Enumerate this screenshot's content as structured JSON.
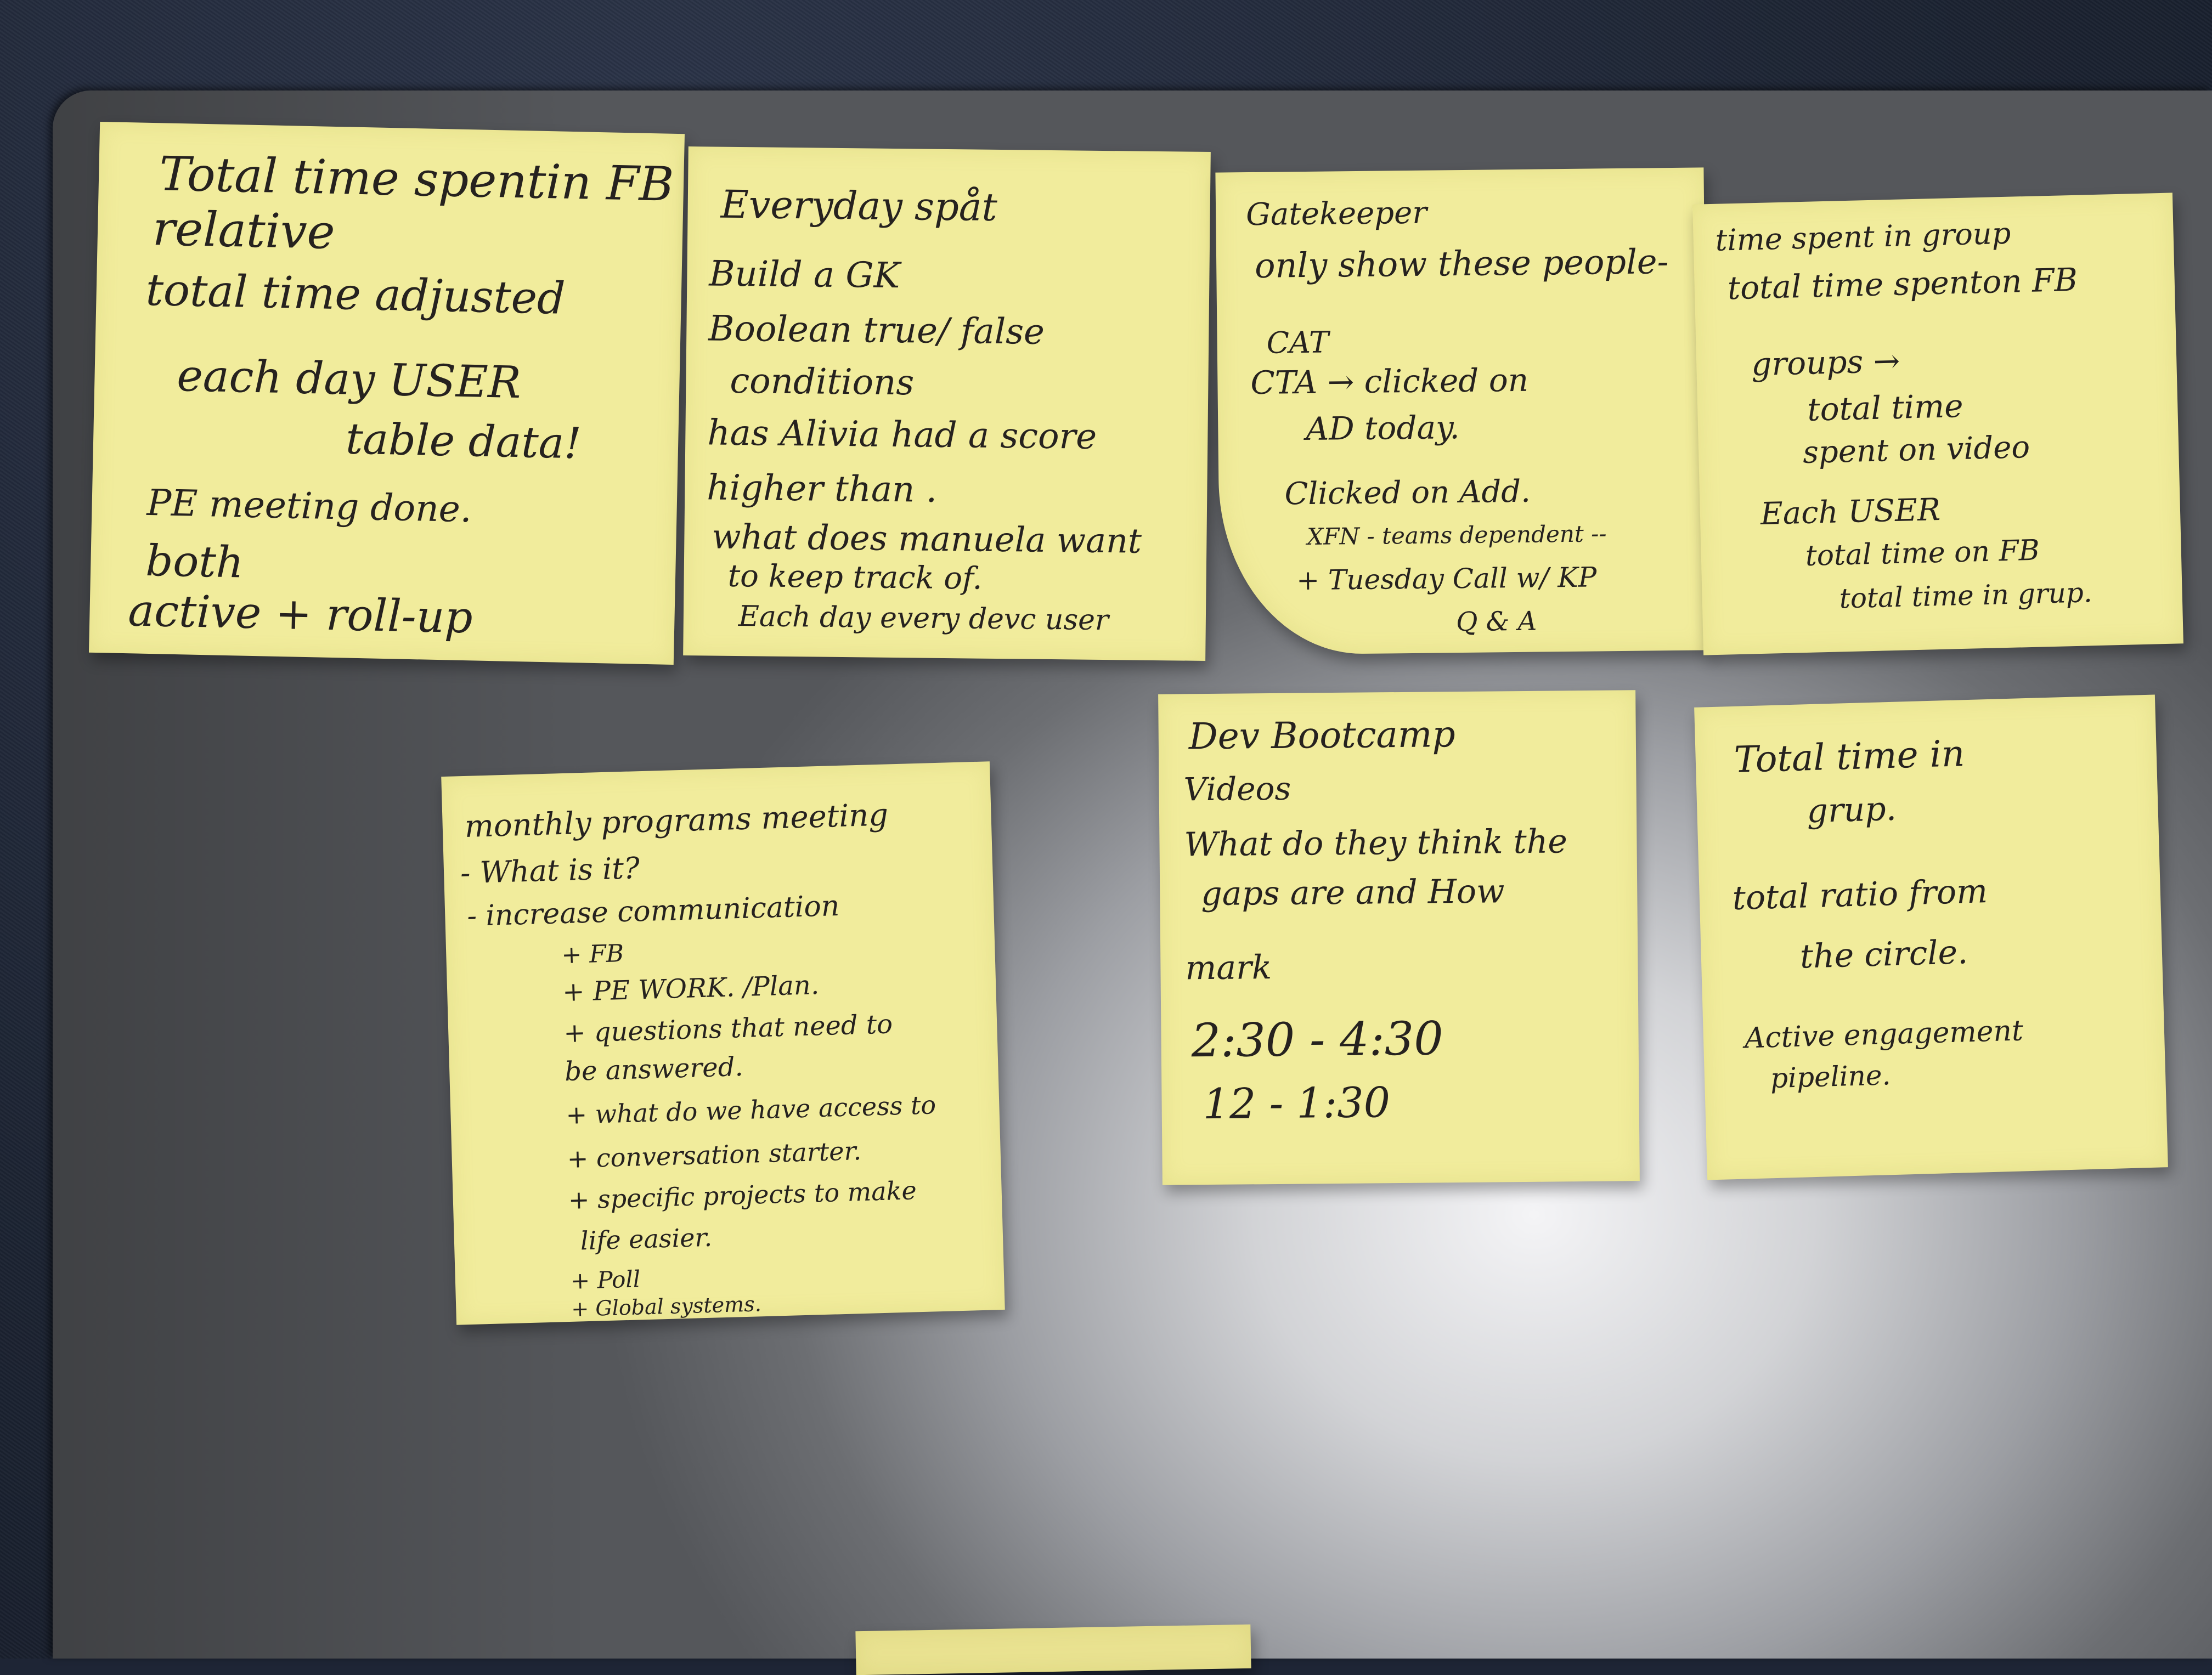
{
  "notes": [
    {
      "lines": [
        "Total time spentin FB",
        "relative",
        "total time adjusted",
        "each day USER",
        "table data!",
        "PE meeting done.",
        "both",
        "active + roll-up"
      ]
    },
    {
      "lines": [
        "Everyday spåt",
        "Build a GK",
        "Boolean true/ false",
        "conditions",
        "has Alivia had a score",
        "higher than .",
        "what does manuela want",
        "to keep track of.",
        "Each day every devc user"
      ]
    },
    {
      "lines": [
        "Gatekeeper",
        "only show these people-",
        "CAT",
        "CTA → clicked on",
        "AD today.",
        "Clicked on Add.",
        "XFN - teams dependent --",
        "+ Tuesday Call w/ KP",
        "Q & A"
      ]
    },
    {
      "lines": [
        "time spent in group",
        "total time spenton FB",
        "groups →",
        "total time",
        "spent on video",
        "Each USER",
        "total time on FB",
        "total time in grup."
      ]
    },
    {
      "lines": [
        "monthly programs meeting",
        "- What is it?",
        "- increase communication",
        "+ FB",
        "+ PE WORK. /Plan.",
        "+ questions that need to",
        "be answered.",
        "+ what do we have access to",
        "+ conversation starter.",
        "+ specific projects to make",
        "life easier.",
        "+ Poll",
        "+ Global systems."
      ]
    },
    {
      "lines": [
        "Dev Bootcamp",
        "Videos",
        "What do they think the",
        "gaps are and How",
        "mark",
        "2:30 - 4:30",
        "12 - 1:30"
      ]
    },
    {
      "lines": [
        "Total time in",
        "grup.",
        "total ratio from",
        "the circle.",
        "Active engagement",
        "pipeline."
      ]
    }
  ]
}
